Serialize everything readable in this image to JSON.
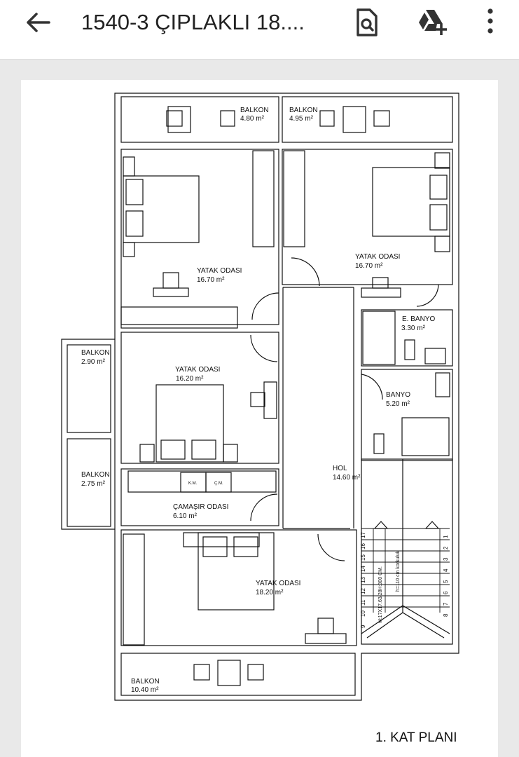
{
  "appbar": {
    "title": "1540-3 ÇIPLAKLI 18....",
    "back_icon": "arrow-left-icon",
    "search_icon": "document-search-icon",
    "drive_icon": "add-to-drive-icon",
    "menu_icon": "more-vertical-icon"
  },
  "plan": {
    "title": "1. KAT PLANI",
    "rooms": {
      "balkon_top_left": {
        "name": "BALKON",
        "area": "4.80 m²"
      },
      "balkon_top_right": {
        "name": "BALKON",
        "area": "4.95 m²"
      },
      "yatak_1": {
        "name": "YATAK ODASI",
        "area": "16.70 m²"
      },
      "yatak_2": {
        "name": "YATAK ODASI",
        "area": "16.70 m²"
      },
      "e_banyo": {
        "name": "E. BANYO",
        "area": "3.30 m²"
      },
      "balkon_left_1": {
        "name": "BALKON",
        "area": "2.90 m²"
      },
      "yatak_3": {
        "name": "YATAK ODASI",
        "area": "16.20 m²"
      },
      "banyo": {
        "name": "BANYO",
        "area": "5.20 m²"
      },
      "balkon_left_2": {
        "name": "BALKON",
        "area": "2.75 m²"
      },
      "hol": {
        "name": "HOL",
        "area": "14.60 m²"
      },
      "camasir": {
        "name": "ÇAMAŞIR ODASI",
        "area": "6.10 m²"
      },
      "yatak_4": {
        "name": "YATAK ODASI",
        "area": "18.20 m²"
      },
      "balkon_bottom": {
        "name": "BALKON",
        "area": "10.40 m²"
      }
    },
    "labels": {
      "km": "K.M.",
      "cm": "Ç.M.",
      "stair_spec": "M:17X17.63/28H:300 CM.",
      "railing": "h=110 cm korkuluk",
      "steps_left": [
        "17",
        "16",
        "15",
        "14",
        "13",
        "12",
        "11",
        "10",
        "9"
      ],
      "steps_right": [
        "1",
        "2",
        "3",
        "4",
        "5",
        "6",
        "7",
        "8"
      ]
    }
  }
}
